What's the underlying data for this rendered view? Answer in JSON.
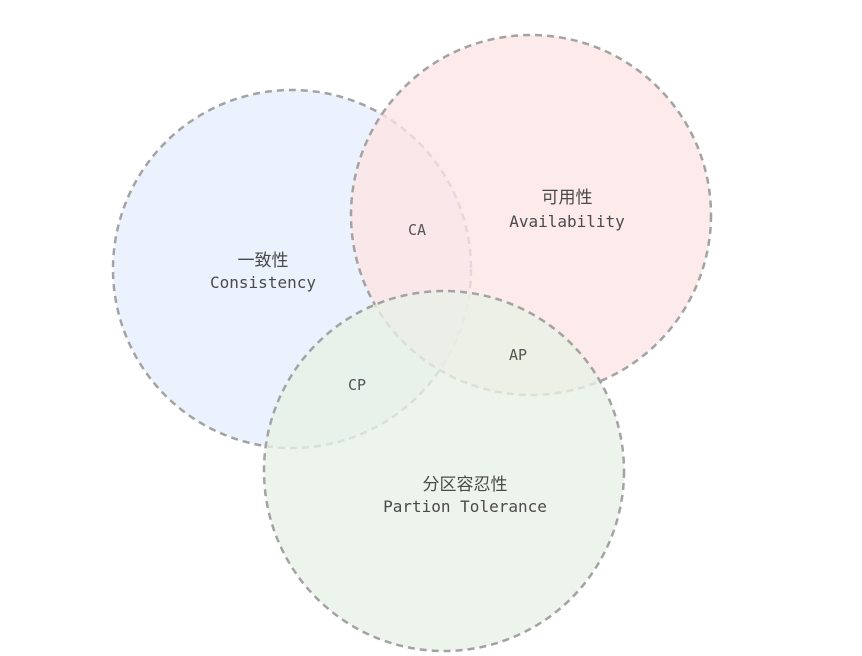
{
  "diagram": {
    "sets": [
      {
        "id": "consistency",
        "label_zh": "一致性",
        "label_en": "Consistency",
        "fill": "#e9f0fd"
      },
      {
        "id": "availability",
        "label_zh": "可用性",
        "label_en": "Availability",
        "fill": "#fde4e4"
      },
      {
        "id": "partition",
        "label_zh": "分区容忍性",
        "label_en": "Partion Tolerance",
        "fill": "#e8f1e6"
      }
    ],
    "intersections": [
      {
        "id": "ca",
        "label": "CA"
      },
      {
        "id": "cp",
        "label": "CP"
      },
      {
        "id": "ap",
        "label": "AP"
      }
    ],
    "colors": {
      "outline": "#a3a3a3",
      "text": "#4a4a4a"
    }
  }
}
